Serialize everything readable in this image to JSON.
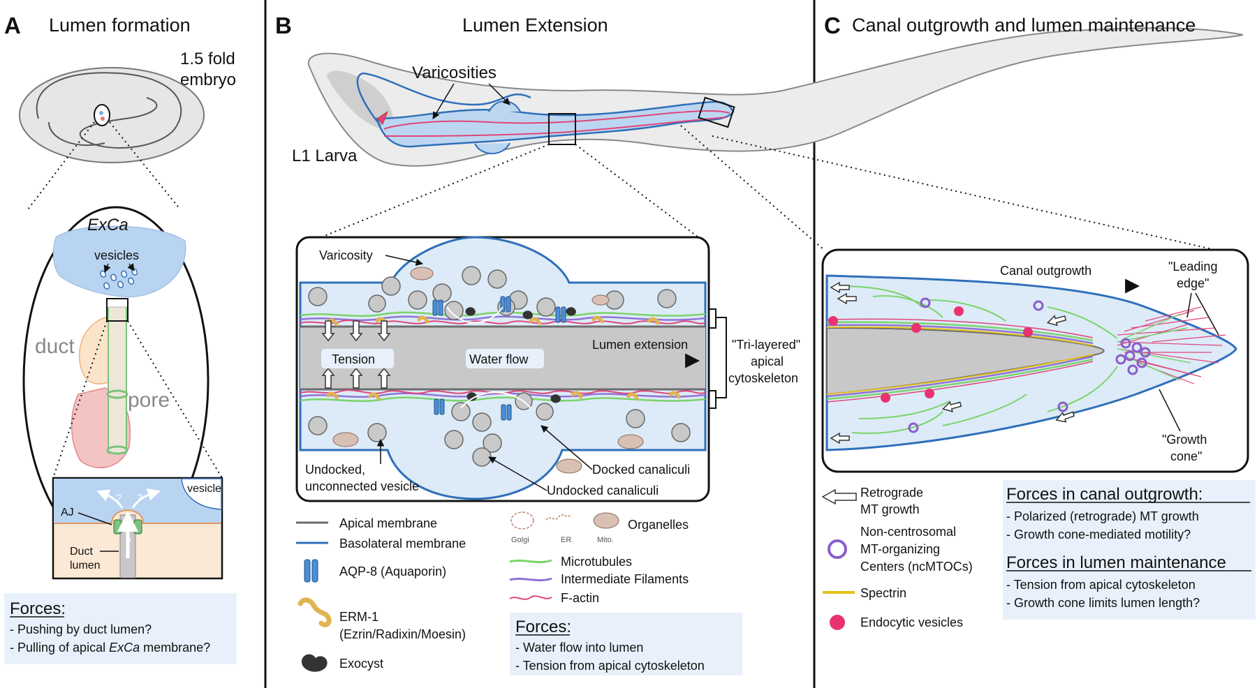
{
  "panel_a": {
    "letter": "A",
    "title": "Lumen formation",
    "embryo_label_1": "1.5 fold",
    "embryo_label_2": "embryo",
    "excca": "ExCa",
    "vesicles": "vesicles",
    "duct": "duct",
    "pore": "pore",
    "inset_vesicle": "vesicle",
    "inset_aj": "AJ",
    "inset_duct_1": "Duct",
    "inset_duct_2": "lumen",
    "forces_title": "Forces:",
    "forces_1": "- Pushing by duct lumen?",
    "forces_2_pre": "- Pulling of apical ",
    "forces_2_ital": "ExCa",
    "forces_2_post": " membrane?"
  },
  "panel_b": {
    "letter": "B",
    "title": "Lumen Extension",
    "varicosities": "Varicosities",
    "l1": "L1 Larva",
    "varicosity": "Varicosity",
    "tension": "Tension",
    "water_flow": "Water flow",
    "lumen_extension": "Lumen extension",
    "tri_1": "\"Tri-layered\"",
    "tri_2": "apical",
    "tri_3": "cytoskeleton",
    "undocked_1": "Undocked,",
    "undocked_2": "unconnected vesicle",
    "docked": "Docked canaliculi",
    "undocked_canaliculi": "Undocked canaliculi",
    "legend": {
      "apical": "Apical membrane",
      "basolateral": "Basolateral membrane",
      "aqp": "AQP-8 (Aquaporin)",
      "erm_1": "ERM-1",
      "erm_2": "(Ezrin/Radixin/Moesin)",
      "exocyst": "Exocyst",
      "organelles": "Organelles",
      "golgi": "Golgi",
      "er": "ER",
      "mito": "Mito.",
      "mt": "Microtubules",
      "if": "Intermediate Filaments",
      "factin": "F-actin"
    },
    "forces_title": "Forces:",
    "forces_1": "- Water flow into lumen",
    "forces_2": "- Tension from apical cytoskeleton"
  },
  "panel_c": {
    "letter": "C",
    "title": "Canal outgrowth and lumen maintenance",
    "canal_outgrowth": "Canal outgrowth",
    "leading_1": "\"Leading",
    "leading_2": "edge\"",
    "growth_1": "\"Growth",
    "growth_2": "cone\"",
    "legend": {
      "retro_1": "Retrograde",
      "retro_2": "MT growth",
      "nc_1": "Non-centrosomal",
      "nc_2": "MT-organizing",
      "nc_3": "Centers (ncMTOCs)",
      "spectrin": "Spectrin",
      "endo": "Endocytic vesicles"
    },
    "outgrowth_title": "Forces in canal outgrowth:",
    "outgrowth_1": "- Polarized (retrograde) MT growth",
    "outgrowth_2": "- Growth cone-mediated motility?",
    "maint_title": "Forces in lumen maintenance",
    "maint_1": "- Tension from apical cytoskeleton",
    "maint_2": "- Growth cone limits lumen length?"
  },
  "colors": {
    "cyto_blue": "#dcebf7",
    "basolateral": "#2f6fba",
    "apical": "#6b6b6b",
    "lumen": "#c8c8c8",
    "aqp": "#4a8fd6",
    "erm": "#e0b450",
    "mt": "#7bd36b",
    "if": "#8f74d6",
    "factin": "#e0457a",
    "endo": "#e8336e",
    "ncmtoc": "#8a5ccc",
    "spectrin": "#e6c21c",
    "forces_bg": "#e8f1fb"
  }
}
